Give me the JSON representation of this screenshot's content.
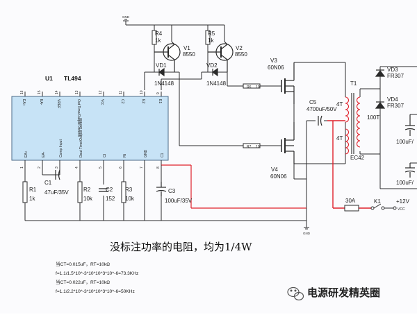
{
  "ic": {
    "ref": "U1",
    "part": "TL494",
    "pins_top": [
      "16",
      "15",
      "14",
      "13",
      "12",
      "11",
      "10",
      "9"
    ],
    "pins_bottom": [
      "1",
      "2",
      "3",
      "4",
      "5",
      "6",
      "7",
      "8"
    ],
    "labels_top": [
      "EA+",
      "EA-",
      "VREF",
      "Out Time/Output Control",
      "Vcc",
      "C2",
      "E2",
      "E1"
    ],
    "labels_bottom": [
      "EA+",
      "EA-",
      "Comp Input",
      "Dout Time/Output Control",
      "Ct",
      "Rt",
      "GND",
      "C1"
    ]
  },
  "components": {
    "r4": {
      "ref": "R4",
      "value": "1k"
    },
    "r5": {
      "ref": "R5",
      "value": "1k"
    },
    "v1": {
      "ref": "V1",
      "value": "8550"
    },
    "v2": {
      "ref": "V2",
      "value": "8550"
    },
    "vd1": {
      "ref": "VD1",
      "value": "1N4148"
    },
    "vd2": {
      "ref": "VD2",
      "value": "1N4148"
    },
    "r6": {
      "ref": "R6",
      "value": "10"
    },
    "r7": {
      "ref": "R7",
      "value": "10"
    },
    "v3": {
      "ref": "V3",
      "value": "60N06"
    },
    "v4": {
      "ref": "V4",
      "value": "60N06"
    },
    "c5": {
      "ref": "C5",
      "value": "4700uF/50V"
    },
    "t1": {
      "ref": "T1",
      "core": "EC42",
      "w1": "4T",
      "w2": "4T",
      "w3": "100T"
    },
    "vd3": {
      "ref": "VD3",
      "value": "FR307"
    },
    "vd4": {
      "ref": "VD4",
      "value": "FR307"
    },
    "c_out1": {
      "value": "100uF/"
    },
    "c_out2": {
      "value": "100uF/"
    },
    "r1": {
      "ref": "R1",
      "value": "1k"
    },
    "c1": {
      "ref": "C1",
      "value": "47uF/35V"
    },
    "r2": {
      "ref": "R2",
      "value": "10k"
    },
    "c2": {
      "ref": "C2",
      "value": "152"
    },
    "r3": {
      "ref": "R3",
      "value": "10k"
    },
    "c3": {
      "ref": "C3",
      "value": "100uF/35V"
    },
    "fuse": {
      "value": "30A"
    },
    "k1": {
      "ref": "K1"
    },
    "supply": {
      "label": "+12V",
      "vcc": "VCC"
    },
    "gnd_label": "GND"
  },
  "note": "没标注功率的电阻，均为1/4W",
  "formulas": [
    "当CT=0.015uF，RT=10kΩ",
    "f=1.1/1.5*10^-3*10*10^3*10^-6=73.3KHz",
    "当CT=0.022uF，RT=10kΩ",
    "f=1.1/2.2*10^-3*10*10^3*10^-6=50KHz"
  ],
  "watermark": "电源研发精英圈",
  "colors": {
    "wire": "#2a2a2a",
    "highlight": "#e0202a",
    "ic_fill": "#c7e3f6",
    "bg": "#fbfbfd"
  }
}
